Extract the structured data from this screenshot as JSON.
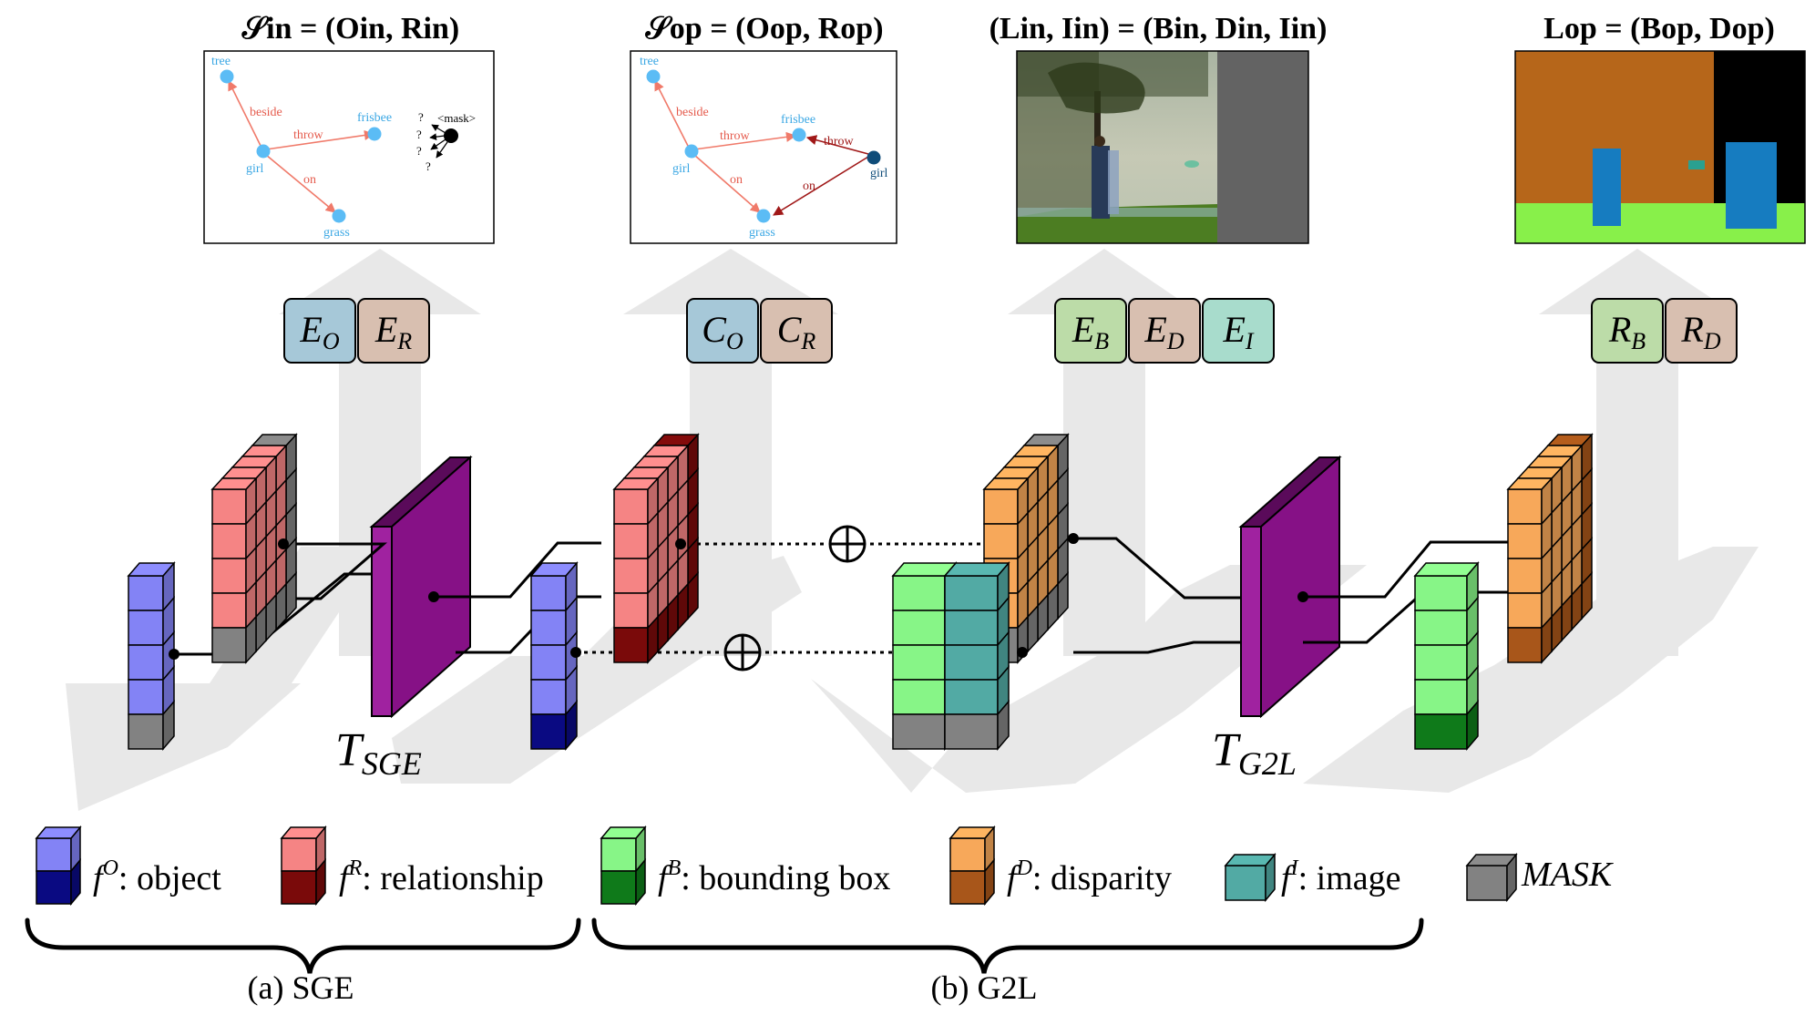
{
  "panels": {
    "sge_in": {
      "title": "𝒮in = (Oin, Rin)"
    },
    "sge_op": {
      "title": "𝒮op = (Oop, Rop)"
    },
    "layout_in": {
      "title": "(Lin, Iin) = (Bin, Din, Iin)"
    },
    "layout_op": {
      "title": "Lop = (Bop, Dop)"
    }
  },
  "scene_graph_in": {
    "nodes": {
      "tree": "tree",
      "girl": "girl",
      "frisbee": "frisbee",
      "grass": "grass",
      "mask": "<mask>",
      "q": "?"
    },
    "edges": {
      "beside": "beside",
      "throw": "throw",
      "on": "on"
    }
  },
  "scene_graph_op": {
    "nodes": {
      "tree": "tree",
      "girl_a": "girl",
      "frisbee": "frisbee",
      "grass": "grass",
      "girl_b": "girl"
    },
    "edges": {
      "beside": "beside",
      "throw_a": "throw",
      "on_a": "on",
      "throw_b": "throw",
      "on_b": "on"
    }
  },
  "encoders": {
    "eo": {
      "main": "E",
      "sub": "O"
    },
    "er": {
      "main": "E",
      "sub": "R"
    },
    "co": {
      "main": "C",
      "sub": "O"
    },
    "cr": {
      "main": "C",
      "sub": "R"
    },
    "eb": {
      "main": "E",
      "sub": "B"
    },
    "ed": {
      "main": "E",
      "sub": "D"
    },
    "ei": {
      "main": "E",
      "sub": "I"
    },
    "rb": {
      "main": "R",
      "sub": "B"
    },
    "rd": {
      "main": "R",
      "sub": "D"
    }
  },
  "transformers": {
    "sge": {
      "main": "T",
      "sub": "SGE"
    },
    "g2l": {
      "main": "T",
      "sub": "G2L"
    }
  },
  "operators": {
    "plus": "⊕"
  },
  "legend": {
    "object": {
      "sym": "f",
      "sup": "O",
      "text": ": object"
    },
    "relationship": {
      "sym": "f",
      "sup": "R",
      "text": ": relationship"
    },
    "bbox": {
      "sym": "f",
      "sup": "B",
      "text": ": bounding box"
    },
    "disparity": {
      "sym": "f",
      "sup": "D",
      "text": ": disparity"
    },
    "image": {
      "sym": "f",
      "sup": "I",
      "text": ": image"
    },
    "mask": {
      "text": "MASK"
    }
  },
  "captions": {
    "sge": "(a) SGE",
    "g2l": "(b) G2L"
  },
  "colors": {
    "object_light": "#8383f5",
    "object_dark": "#0a0a82",
    "relationship_light": "#f58484",
    "relationship_dark": "#7a0a0a",
    "bbox_light": "#87f587",
    "bbox_dark": "#0f7a1a",
    "disparity_light": "#f7a85a",
    "disparity_dark": "#a8561a",
    "image": "#52aaa4",
    "mask": "#828282",
    "transformer": "#861186",
    "enc_blue": "#a6c8d8",
    "enc_tan": "#d8bfb0",
    "enc_green": "#bcdca8",
    "enc_teal": "#a8dccc",
    "arrow_bg": "#e8e8e8",
    "sg_node": "#5bbcf5",
    "sg_edge": "#f07a6a"
  }
}
